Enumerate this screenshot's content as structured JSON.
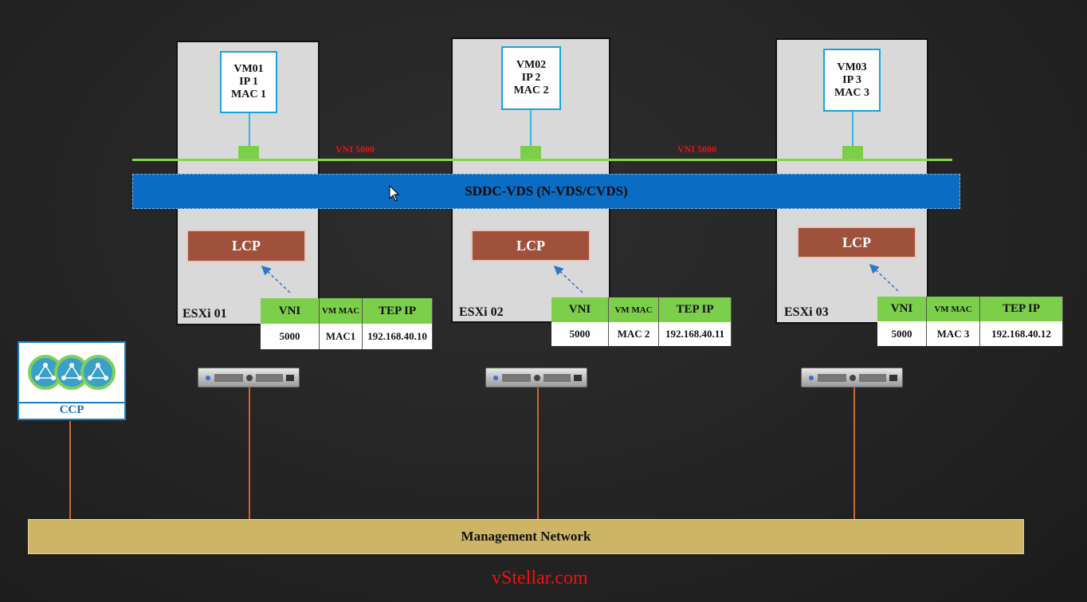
{
  "vni_label": "VNI 5000",
  "vds_label": "SDDC-VDS (N-VDS/CVDS)",
  "lcp_label": "LCP",
  "table_headers": {
    "vni": "VNI",
    "vm_mac": "VM MAC",
    "tep_ip": "TEP IP"
  },
  "hosts": [
    {
      "name": "ESXi 01",
      "vm": {
        "line1": "VM01",
        "line2": "IP 1",
        "line3": "MAC 1"
      },
      "row": {
        "vni": "5000",
        "mac": "MAC1",
        "tep": "192.168.40.10"
      }
    },
    {
      "name": "ESXi 02",
      "vm": {
        "line1": "VM02",
        "line2": "IP 2",
        "line3": "MAC 2"
      },
      "row": {
        "vni": "5000",
        "mac": "MAC 2",
        "tep": "192.168.40.11"
      }
    },
    {
      "name": "ESXi 03",
      "vm": {
        "line1": "VM03",
        "line2": "IP 3",
        "line3": "MAC 3"
      },
      "row": {
        "vni": "5000",
        "mac": "MAC 3",
        "tep": "192.168.40.12"
      }
    }
  ],
  "ccp_label": "CCP",
  "management_network": "Management Network",
  "footer": "vStellar.com",
  "colors": {
    "vds": "#0b6cc4",
    "lcp": "#a0513c",
    "vni_text": "#ee1111",
    "header_green": "#7ccf4a",
    "mgmt": "#cdb565"
  }
}
